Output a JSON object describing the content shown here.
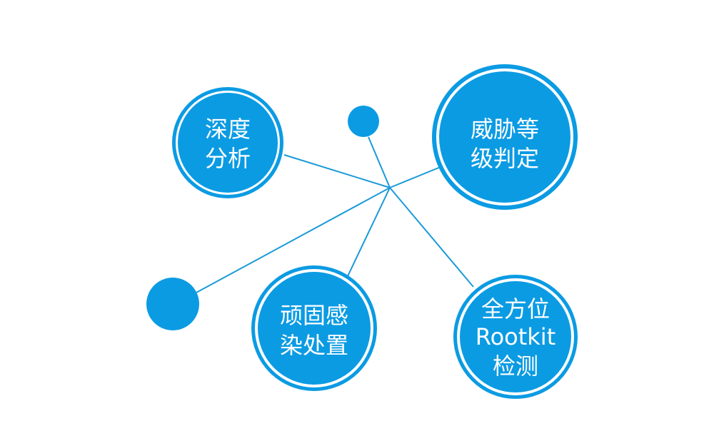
{
  "colors": {
    "node_fill": "#0b9be3",
    "node_ring": "#0b9be3",
    "node_gap": "#ffffff",
    "connector": "#1a9ad8",
    "text": "#ffffff"
  },
  "nodes": [
    {
      "id": "deep-analysis",
      "lines": [
        "深度",
        "分析"
      ]
    },
    {
      "id": "threat-level",
      "lines": [
        "威胁等",
        "级判定"
      ]
    },
    {
      "id": "persistent-infection",
      "lines": [
        "顽固感",
        "染处置"
      ]
    },
    {
      "id": "rootkit-detection",
      "lines": [
        "全方位",
        "Rootkit",
        "检测"
      ]
    }
  ]
}
